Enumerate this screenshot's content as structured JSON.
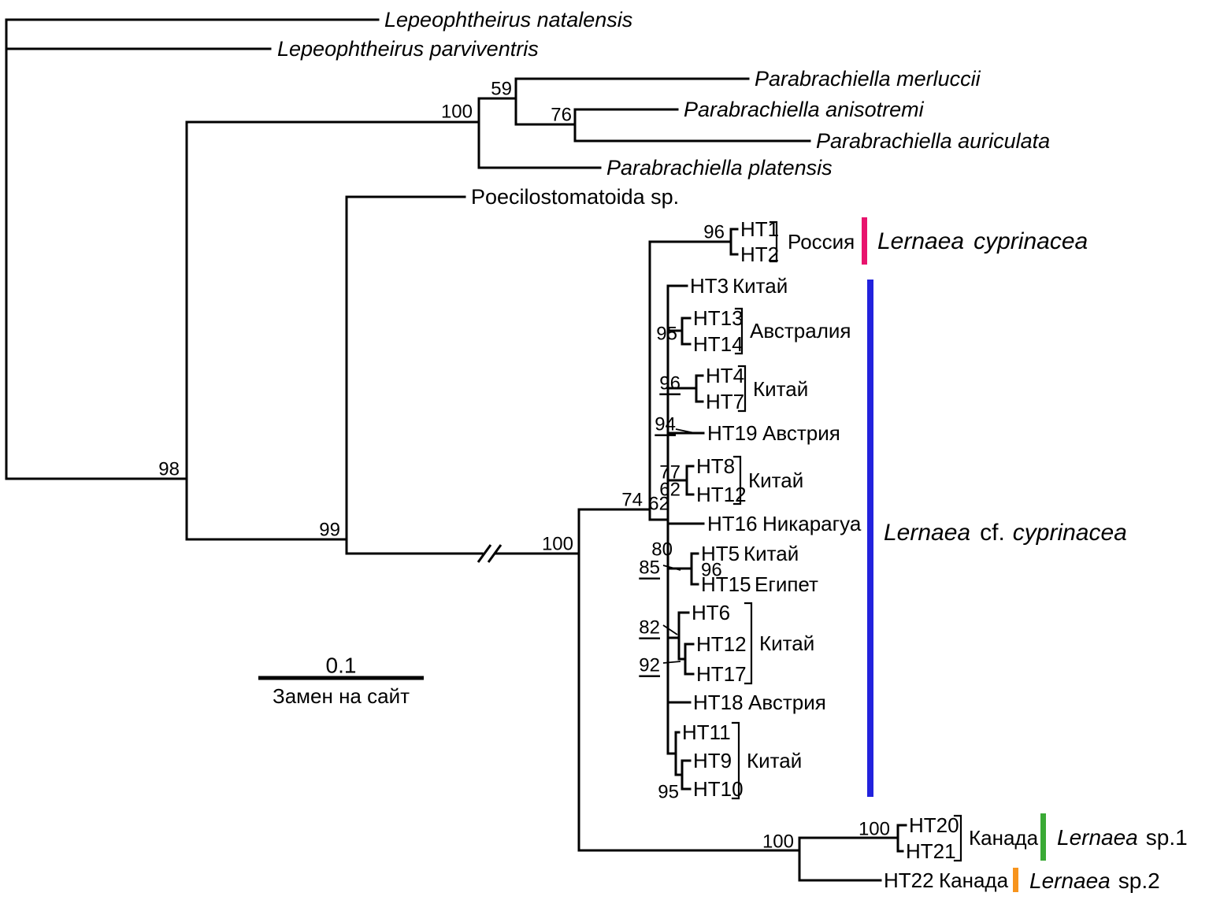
{
  "taxa": {
    "natalensis": "Lepeophtheirus natalensis",
    "parviventris": "Lepeophtheirus parviventris",
    "merluccii": "Parabrachiella merluccii",
    "anisotremi": "Parabrachiella anisotremi",
    "auriculata": "Parabrachiella auriculata",
    "platensis": "Parabrachiella platensis",
    "poecilostomatoida": "Poecilostomatoida sp."
  },
  "haplotypes": {
    "ht1": "HT1",
    "ht2": "HT2",
    "ht3": "HT3",
    "ht4": "HT4",
    "ht5": "HT5",
    "ht6": "HT6",
    "ht7": "HT7",
    "ht8": "HT8",
    "ht9": "HT9",
    "ht10": "HT10",
    "ht11": "HT11",
    "ht12": "HT12",
    "ht13": "HT13",
    "ht14": "HT14",
    "ht15": "HT15",
    "ht16": "HT16",
    "ht17": "HT17",
    "ht18": "HT18",
    "ht19": "HT19",
    "ht20": "HT20",
    "ht21": "HT21",
    "ht22": "HT22"
  },
  "geo": {
    "russia": "Россия",
    "china": "Китай",
    "australia": "Австралия",
    "austria": "Австрия",
    "nicaragua": "Никарагуа",
    "egypt": "Египет",
    "canada": "Канада"
  },
  "supports": {
    "v59": "59",
    "v62": "62",
    "v74": "74",
    "v76": "76",
    "v77": "77",
    "v80": "80",
    "v82": "82",
    "v85": "85",
    "v92": "92",
    "v94": "94",
    "v95": "95",
    "v96": "96",
    "v98": "98",
    "v99": "99",
    "v100": "100"
  },
  "species": {
    "cyprinacea": {
      "genus": "Lernaea",
      "epithet": "cyprinacea"
    },
    "cf_cyprinacea": {
      "genus": "Lernaea",
      "qualifier": "cf.",
      "epithet": "cyprinacea"
    },
    "sp1": {
      "genus": "Lernaea",
      "label": "sp.1"
    },
    "sp2": {
      "genus": "Lernaea",
      "label": "sp.2"
    }
  },
  "scale_bar": {
    "value": "0.1",
    "caption": "Замен на сайт"
  },
  "colors": {
    "cyprinacea_bar": "#e8136d",
    "cf_cyprinacea_bar": "#2222dd",
    "sp1_bar": "#3aaa35",
    "sp2_bar": "#f7941d",
    "branch": "#000000"
  }
}
